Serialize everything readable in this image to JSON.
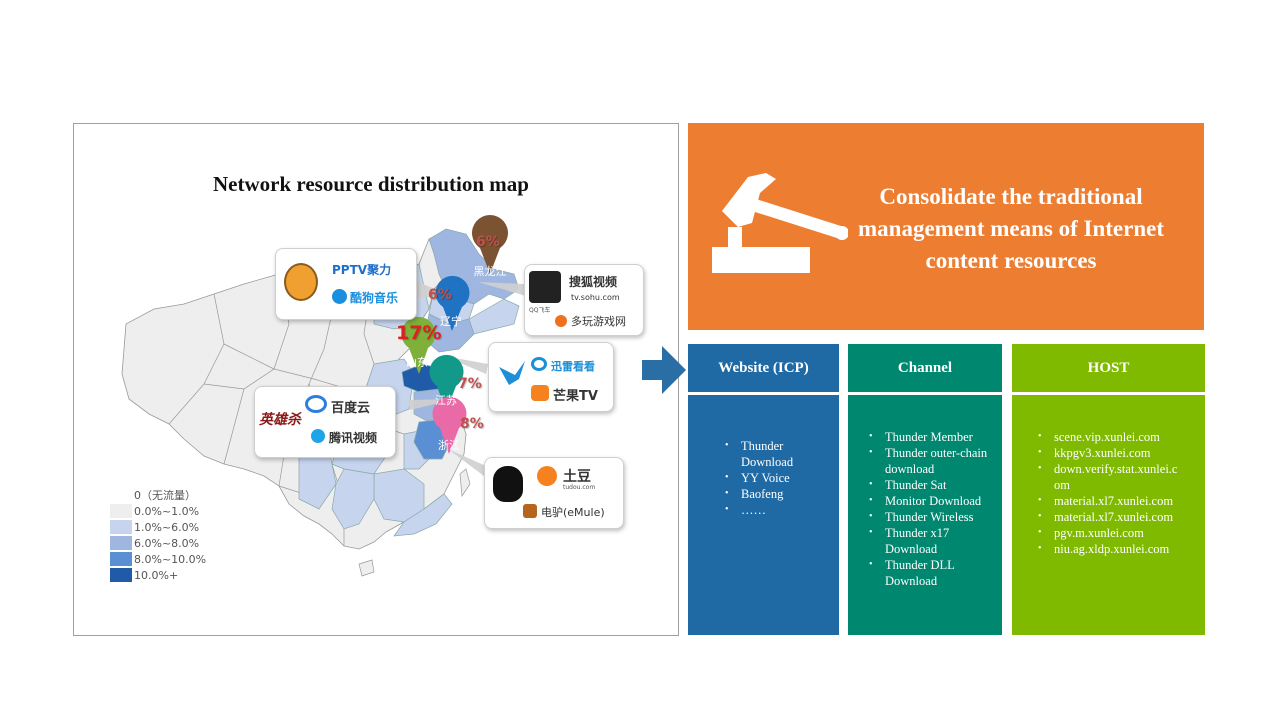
{
  "map": {
    "title": "Network resource distribution map",
    "legend": [
      {
        "label": "0（无流量）",
        "color": "#ffffff"
      },
      {
        "label": "0.0%~1.0%",
        "color": "#eeeeee"
      },
      {
        "label": "1.0%~6.0%",
        "color": "#c6d4ee"
      },
      {
        "label": "6.0%~8.0%",
        "color": "#9fb6e0"
      },
      {
        "label": "8.0%~10.0%",
        "color": "#5b8fd4"
      },
      {
        "label": "10.0%+",
        "color": "#1f5ba8"
      }
    ],
    "provinces": {
      "heilongjiang": {
        "name": "黑龙江",
        "pct": "6%"
      },
      "liaoning": {
        "name": "辽宁",
        "pct": "6%"
      },
      "shandong": {
        "name": "山东",
        "pct": "17%"
      },
      "jiangsu": {
        "name": "江苏",
        "pct": "7%"
      },
      "zhejiang": {
        "name": "浙江",
        "pct": "8%"
      }
    },
    "callouts": {
      "pptv": {
        "pptv": "PPTV聚力",
        "kugou": "酷狗音乐"
      },
      "sohu": {
        "sohu": "搜狐视频",
        "sohu_url": "tv.sohu.com",
        "duowan": "多玩游戏网",
        "qq_game": "QQ飞车"
      },
      "xunlei": {
        "xunlei": "迅雷看看",
        "mango": "芒果TV"
      },
      "baidu": {
        "game": "英雄杀",
        "baidu": "百度云",
        "tencent": "腾讯视频"
      },
      "qq": {
        "tudou": "土豆",
        "tudou_url": "tudou.com",
        "emule": "电驴(eMule)"
      }
    }
  },
  "banner": {
    "title": "Consolidate the traditional management means of Internet content resources"
  },
  "columns": [
    {
      "header": "Website (ICP)",
      "items": [
        "Thunder Download",
        "YY Voice",
        "Baofeng",
        "……"
      ]
    },
    {
      "header": "Channel",
      "items": [
        "Thunder Member",
        "Thunder outer-chain download",
        "Thunder Sat",
        "Monitor Download",
        "Thunder Wireless",
        "Thunder x17 Download",
        "Thunder DLL Download"
      ]
    },
    {
      "header": "HOST",
      "items": [
        "scene.vip.xunlei.com",
        "kkpgv3.xunlei.com",
        "down.verify.stat.xunlei.com",
        "material.xl7.xunlei.com",
        "material.xl7.xunlei.com",
        "pgv.m.xunlei.com",
        "niu.ag.xldp.xunlei.com"
      ]
    }
  ],
  "colors": {
    "banner": "#ed7d31",
    "website": "#1f6aa5",
    "channel": "#00876f",
    "host": "#7fba00",
    "arrow": "#2a6ea6"
  }
}
